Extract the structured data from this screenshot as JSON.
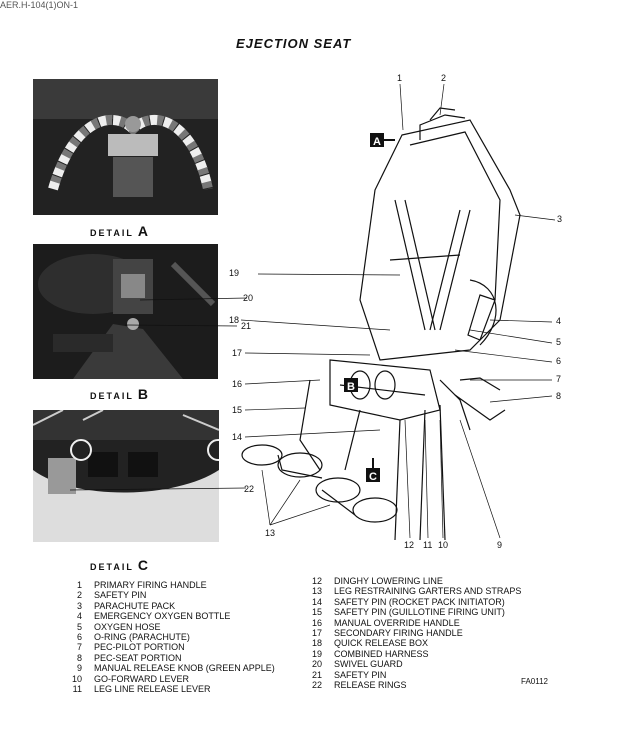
{
  "header_text": "AER.H-104(1)ON-1",
  "title": "EJECTION SEAT",
  "details": [
    {
      "label": "DETAIL",
      "letter": "A"
    },
    {
      "label": "DETAIL",
      "letter": "B"
    },
    {
      "label": "DETAIL",
      "letter": "C"
    }
  ],
  "callouts": [
    "1",
    "2",
    "3",
    "4",
    "5",
    "6",
    "7",
    "8",
    "9",
    "10",
    "11",
    "12",
    "13",
    "14",
    "15",
    "16",
    "17",
    "18",
    "19",
    "20",
    "21",
    "22"
  ],
  "view_markers": [
    "A",
    "B",
    "C"
  ],
  "legend_left": [
    {
      "num": "1",
      "text": "PRIMARY FIRING HANDLE"
    },
    {
      "num": "2",
      "text": "SAFETY PIN"
    },
    {
      "num": "3",
      "text": "PARACHUTE PACK"
    },
    {
      "num": "4",
      "text": "EMERGENCY OXYGEN BOTTLE"
    },
    {
      "num": "5",
      "text": "OXYGEN HOSE"
    },
    {
      "num": "6",
      "text": "O-RING (PARACHUTE)"
    },
    {
      "num": "7",
      "text": "PEC-PILOT PORTION"
    },
    {
      "num": "8",
      "text": "PEC-SEAT PORTION"
    },
    {
      "num": "9",
      "text": "MANUAL RELEASE KNOB (GREEN APPLE)"
    },
    {
      "num": "10",
      "text": "GO-FORWARD LEVER"
    },
    {
      "num": "11",
      "text": "LEG LINE RELEASE LEVER"
    }
  ],
  "legend_right": [
    {
      "num": "12",
      "text": "DINGHY LOWERING LINE"
    },
    {
      "num": "13",
      "text": "LEG RESTRAINING GARTERS AND STRAPS"
    },
    {
      "num": "14",
      "text": "SAFETY PIN (ROCKET PACK INITIATOR)"
    },
    {
      "num": "15",
      "text": "SAFETY PIN (GUILLOTINE FIRING UNIT)"
    },
    {
      "num": "16",
      "text": "MANUAL OVERRIDE HANDLE"
    },
    {
      "num": "17",
      "text": "SECONDARY FIRING HANDLE"
    },
    {
      "num": "18",
      "text": "QUICK RELEASE BOX"
    },
    {
      "num": "19",
      "text": "COMBINED HARNESS"
    },
    {
      "num": "20",
      "text": "SWIVEL GUARD"
    },
    {
      "num": "21",
      "text": "SAFETY PIN"
    },
    {
      "num": "22",
      "text": "RELEASE RINGS"
    }
  ],
  "figure_code": "FA0112"
}
